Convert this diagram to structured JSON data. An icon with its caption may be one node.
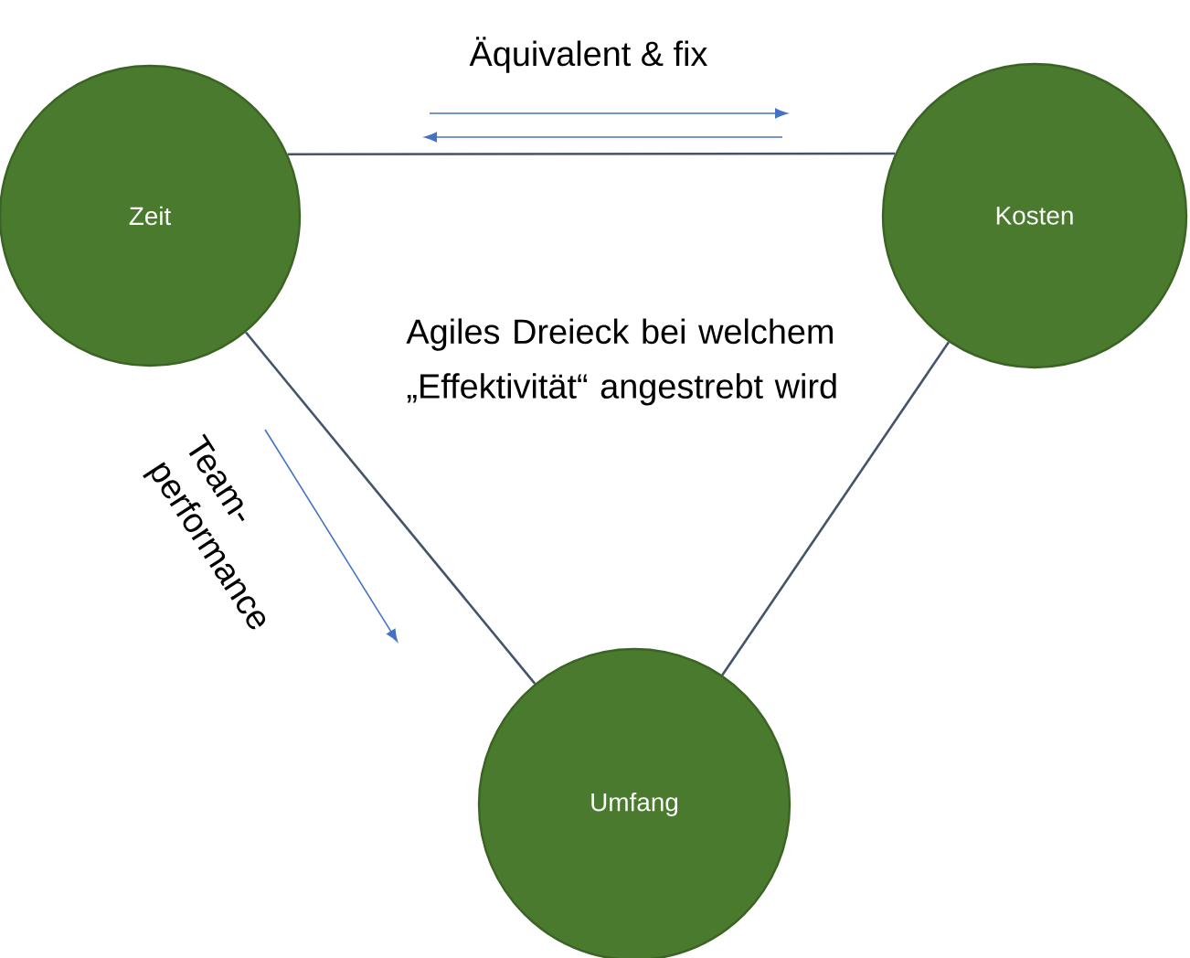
{
  "diagram": {
    "nodes": [
      {
        "text": [
          "Zeit"
        ]
      },
      {
        "text": [
          "Kosten"
        ]
      },
      {
        "text": [
          "Umfang"
        ]
      }
    ],
    "edges": [
      {
        "from": 0,
        "to": 1,
        "arrow": "none"
      },
      {
        "from": 0,
        "to": 2,
        "arrow": "none"
      },
      {
        "from": 1,
        "to": 2,
        "arrow": "none"
      }
    ],
    "labels": [
      "Äquivalent & fix",
      "Agiles Dreieck bei welchem „Effektivität“ angestrebt wird",
      "Team- performance"
    ]
  }
}
